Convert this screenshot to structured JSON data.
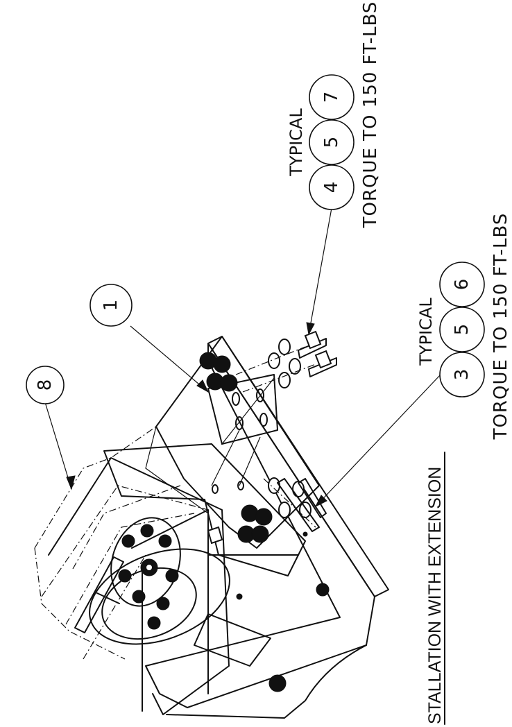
{
  "title": "STALLATION WITH EXTENSION",
  "callouts": {
    "item_1": "1",
    "item_8": "8",
    "item_3": "3",
    "item_4": "4",
    "item_5_lower": "5",
    "item_5_upper": "5",
    "item_6": "6",
    "item_7": "7"
  },
  "notes": {
    "typical_lower": "TYPICAL",
    "typical_upper": "TYPICAL",
    "torque_lower": "TORQUE TO 150 FT-LBS",
    "torque_upper": "TORQUE TO 150 FT-LBS"
  },
  "colors": {
    "line": "#111111",
    "background": "#ffffff"
  }
}
